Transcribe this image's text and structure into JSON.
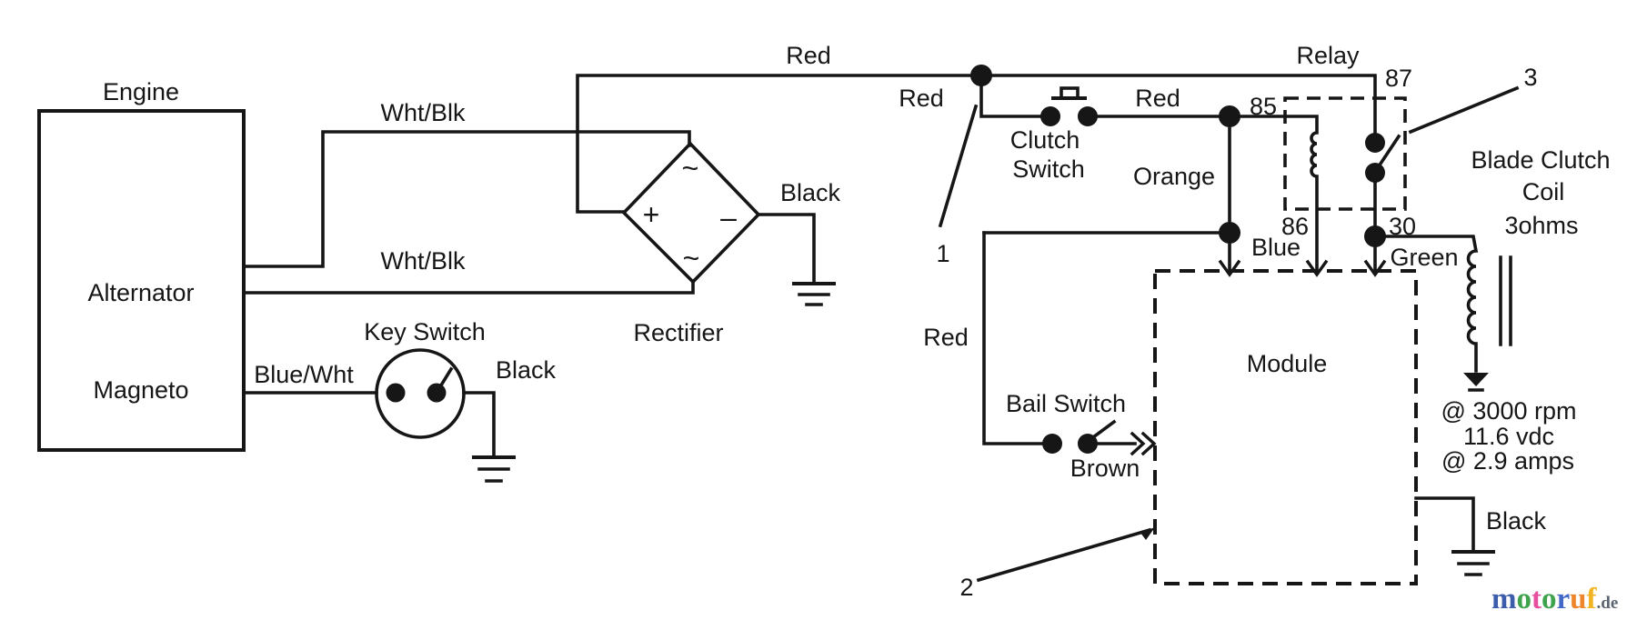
{
  "engine": {
    "label": "Engine",
    "alternator": "Alternator",
    "magneto": "Magneto"
  },
  "components": {
    "key_switch": "Key Switch",
    "rectifier": "Rectifier",
    "clutch_switch_line1": "Clutch",
    "clutch_switch_line2": "Switch",
    "bail_switch": "Bail Switch",
    "relay": "Relay",
    "module": "Module",
    "blade_clutch_line1": "Blade Clutch",
    "blade_clutch_line2": "Coil",
    "blade_clutch_line3": "3ohms"
  },
  "wire_labels": {
    "wht_blk_top": "Wht/Blk",
    "wht_blk_bottom": "Wht/Blk",
    "blue_wht": "Blue/Wht",
    "black_key_switch": "Black",
    "black_rectifier": "Black",
    "black_module": "Black",
    "red_top": "Red",
    "red_junction": "Red",
    "red_clutch": "Red",
    "red_bail": "Red",
    "orange": "Orange",
    "blue": "Blue",
    "green": "Green",
    "brown": "Brown"
  },
  "relay_pins": {
    "p87": "87",
    "p85": "85",
    "p86": "86",
    "p30": "30"
  },
  "rectifier_marks": {
    "plus": "+",
    "minus": "–",
    "ac_top": "~",
    "ac_bottom": "~"
  },
  "specs": {
    "line1": "@ 3000 rpm",
    "line2": "11.6 vdc",
    "line3": "@ 2.9 amps"
  },
  "callouts": {
    "c1": "1",
    "c2": "2",
    "c3": "3"
  },
  "colors": {
    "ink": "#161616",
    "background": "#ffffff"
  },
  "logo": {
    "letters": [
      {
        "char": "m",
        "color": "#3b5dab"
      },
      {
        "char": "o",
        "color": "#3fa24c"
      },
      {
        "char": "t",
        "color": "#e7509f"
      },
      {
        "char": "o",
        "color": "#3fa24c"
      },
      {
        "char": "r",
        "color": "#4468c8"
      },
      {
        "char": "u",
        "color": "#ef862b"
      },
      {
        "char": "f",
        "color": "#f2b422"
      }
    ],
    "suffix": ".de",
    "suffix_color": "#5a6570"
  }
}
